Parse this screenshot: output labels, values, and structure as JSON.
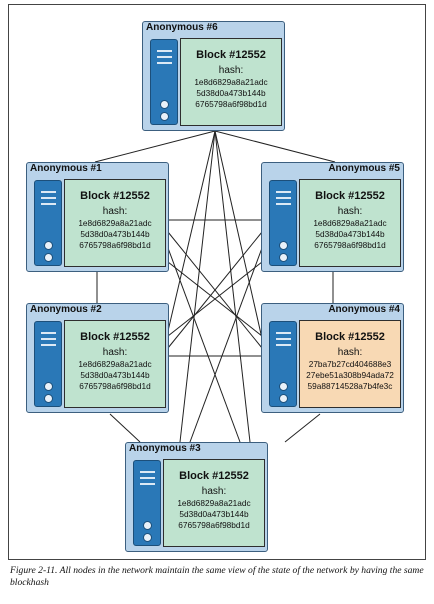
{
  "nodes": [
    {
      "id": "n6",
      "label": "Anonymous #6",
      "block": "Block #12552",
      "hash_label": "hash:",
      "hash": [
        "1e8d6829a8a21adc",
        "5d38d0a473b144b",
        "6765798a6f98bd1d"
      ]
    },
    {
      "id": "n1",
      "label": "Anonymous #1",
      "block": "Block #12552",
      "hash_label": "hash:",
      "hash": [
        "1e8d6829a8a21adc",
        "5d38d0a473b144b",
        "6765798a6f98bd1d"
      ]
    },
    {
      "id": "n5",
      "label": "Anonymous #5",
      "block": "Block #12552",
      "hash_label": "hash:",
      "hash": [
        "1e8d6829a8a21adc",
        "5d38d0a473b144b",
        "6765798a6f98bd1d"
      ]
    },
    {
      "id": "n2",
      "label": "Anonymous #2",
      "block": "Block #12552",
      "hash_label": "hash:",
      "hash": [
        "1e8d6829a8a21adc",
        "5d38d0a473b144b",
        "6765798a6f98bd1d"
      ]
    },
    {
      "id": "n4",
      "label": "Anonymous #4",
      "block": "Block #12552",
      "hash_label": "hash:",
      "hash": [
        "27ba7b27cd404688e3",
        "27ebe51a308b94ada72",
        "59a88714528a7b4fe3c"
      ]
    },
    {
      "id": "n3",
      "label": "Anonymous #3",
      "block": "Block #12552",
      "hash_label": "hash:",
      "hash": [
        "1e8d6829a8a21adc",
        "5d38d0a473b144b",
        "6765798a6f98bd1d"
      ]
    }
  ],
  "caption": "Figure 2-11. All nodes in the network maintain the same view of the state of the network by having the same blockhash",
  "colors": {
    "node_bg": "#b9d3ea",
    "server": "#2a78b7",
    "block_default": "#bfe3cf",
    "block_divergent": "#f8d9b4"
  }
}
